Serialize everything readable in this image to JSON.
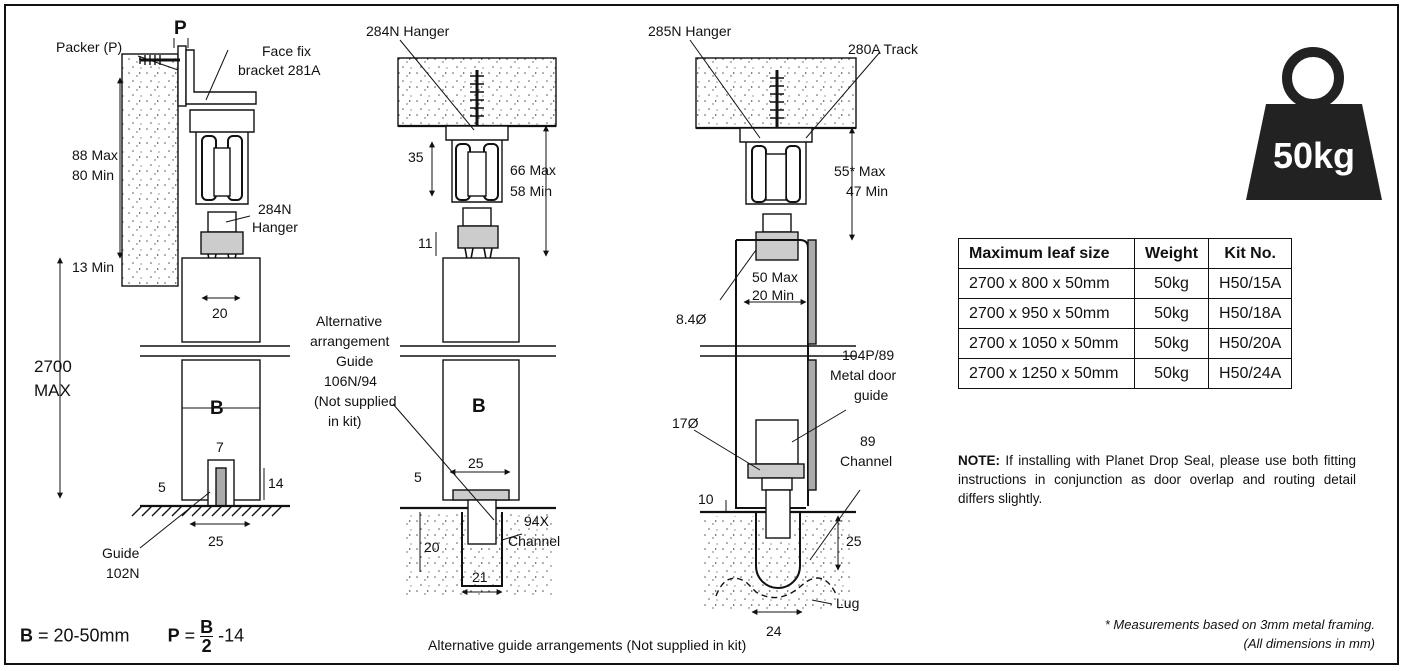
{
  "labels": {
    "p_top": "P",
    "packer": "Packer (P)",
    "face_fix_1": "Face fix",
    "face_fix_2": "bracket 281A",
    "hanger284_left_1": "284N",
    "hanger284_left_2": "Hanger",
    "dim_88": "88 Max",
    "dim_80": "80 Min",
    "dim_13": "13 Min",
    "dim_20": "20",
    "dim_2700_1": "2700",
    "dim_2700_2": "MAX",
    "b_left": "B",
    "dim_7": "7",
    "dim_14": "14",
    "dim_5_left": "5",
    "dim_25_left": "25",
    "guide_1": "Guide",
    "guide_2": "102N",
    "hanger284_mid": "284N Hanger",
    "dim_35": "35",
    "dim_66": "66 Max",
    "dim_58": "58 Min",
    "dim_11": "11",
    "alt_1": "Alternative",
    "alt_2": "arrangement",
    "alt_3": "Guide",
    "alt_4": "106N/94",
    "alt_5": "(Not supplied",
    "alt_6": "in kit)",
    "b_mid": "B",
    "dim_25_mid": "25",
    "dim_5_mid": "5",
    "dim_20_mid": "20",
    "ch94_1": "94X",
    "ch94_2": "Channel",
    "dim_21": "21",
    "hanger285": "285N Hanger",
    "track280": "280A Track",
    "dim_55": "55* Max",
    "dim_47": "47 Min",
    "dim_84": "8.4Ø",
    "dim_50": "50 Max",
    "dim_20_right": "20 Min",
    "mdg_1": "104P/89",
    "mdg_2": "Metal door",
    "mdg_3": "guide",
    "dim_17": "17Ø",
    "ch89_1": "89",
    "ch89_2": "Channel",
    "dim_10": "10",
    "dim_25_right": "25",
    "dim_24": "24",
    "lug": "Lug",
    "weight": "50kg",
    "bottom_caption": "Alternative guide arrangements (Not supplied in kit)"
  },
  "formula": {
    "b_sym": "B",
    "b_range": " = 20-50mm",
    "p_sym": "P",
    "eq": " = ",
    "num": "B",
    "den": "2",
    "minus": " -14"
  },
  "table": {
    "headers": [
      "Maximum leaf size",
      "Weight",
      "Kit No."
    ],
    "rows": [
      [
        "2700 x 800 x 50mm",
        "50kg",
        "H50/15A"
      ],
      [
        "2700 x 950 x 50mm",
        "50kg",
        "H50/18A"
      ],
      [
        "2700 x 1050 x 50mm",
        "50kg",
        "H50/20A"
      ],
      [
        "2700 x 1250 x 50mm",
        "50kg",
        "H50/24A"
      ]
    ]
  },
  "note": {
    "label": "NOTE:",
    "text": " If installing with Planet Drop Seal, please use both fitting instructions in conjunction as door overlap and routing detail differs slightly."
  },
  "footnote": {
    "line1": "* Measurements based on 3mm metal framing.",
    "line2": "(All dimensions in mm)"
  }
}
